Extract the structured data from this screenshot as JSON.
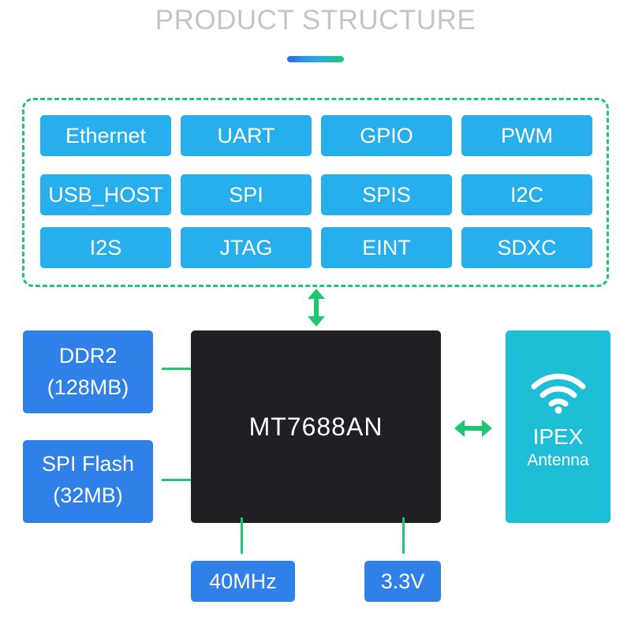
{
  "title": "PRODUCT STRUCTURE",
  "interfaces": [
    "Ethernet",
    "UART",
    "GPIO",
    "PWM",
    "USB_HOST",
    "SPI",
    "SPIS",
    "I2C",
    "I2S",
    "JTAG",
    "EINT",
    "SDXC"
  ],
  "memory": {
    "ddr2": {
      "line1": "DDR2",
      "line2": "(128MB)"
    },
    "flash": {
      "line1": "SPI Flash",
      "line2": "(32MB)"
    }
  },
  "chip": "MT7688AN",
  "antenna": {
    "label1": "IPEX",
    "label2": "Antenna",
    "icon": "wifi-icon"
  },
  "clock": "40MHz",
  "voltage": "3.3V",
  "colors": {
    "chip_blue": "#27aeec",
    "box_blue": "#2f80e8",
    "green": "#1ec873",
    "dark": "#1f1f24",
    "cyan": "#1ebfd6"
  }
}
